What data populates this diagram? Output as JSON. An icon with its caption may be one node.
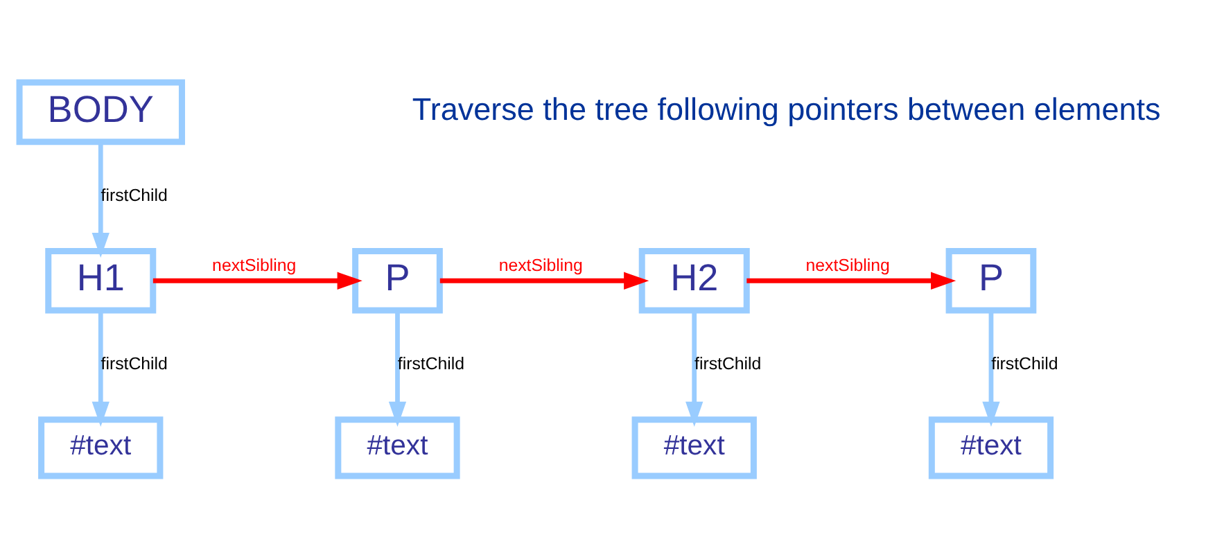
{
  "diagram": {
    "nodes": [
      {
        "text": [
          "BODY"
        ]
      },
      {
        "text": [
          "H1"
        ]
      },
      {
        "text": [
          "P"
        ]
      },
      {
        "text": [
          "H2"
        ]
      },
      {
        "text": [
          "P"
        ]
      },
      {
        "text": [
          "#text"
        ]
      },
      {
        "text": [
          "#text"
        ]
      },
      {
        "text": [
          "#text"
        ]
      },
      {
        "text": [
          "#text"
        ]
      }
    ],
    "edges": [
      {
        "from": 0,
        "to": 1,
        "arrow": "to",
        "label": "firstChild"
      },
      {
        "from": 1,
        "to": 2,
        "arrow": "to",
        "label": "nextSibling",
        "color": "#ff0000"
      },
      {
        "from": 2,
        "to": 3,
        "arrow": "to",
        "label": "nextSibling",
        "color": "#ff0000"
      },
      {
        "from": 3,
        "to": 4,
        "arrow": "to",
        "label": "nextSibling",
        "color": "#ff0000"
      },
      {
        "from": 1,
        "to": 5,
        "arrow": "to",
        "label": "firstChild"
      },
      {
        "from": 2,
        "to": 6,
        "arrow": "to",
        "label": "firstChild"
      },
      {
        "from": 3,
        "to": 7,
        "arrow": "to",
        "label": "firstChild"
      },
      {
        "from": 4,
        "to": 8,
        "arrow": "to",
        "label": "firstChild"
      }
    ],
    "labels": [
      "Traverse the tree following pointers between elements"
    ]
  }
}
